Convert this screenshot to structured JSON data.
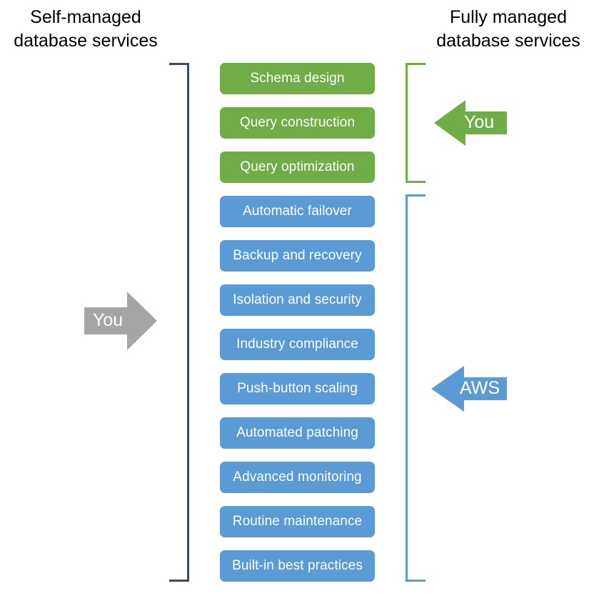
{
  "headings": {
    "left": "Self-managed\ndatabase services",
    "right": "Fully managed\ndatabase services"
  },
  "colors": {
    "green": "#70AD47",
    "blue": "#5B9BD5",
    "gray": "#A5A5A5",
    "navy": "#3B4A61",
    "text_on_box": "#FFFFFF",
    "heading_text": "#000000",
    "background": "#FFFFFF"
  },
  "groups": [
    {
      "id": "self-managed-tasks",
      "color_key": "green",
      "boxes": [
        {
          "label": "Schema design"
        },
        {
          "label": "Query construction"
        },
        {
          "label": "Query optimization"
        }
      ]
    },
    {
      "id": "managed-tasks",
      "color_key": "blue",
      "boxes": [
        {
          "label": "Automatic failover"
        },
        {
          "label": "Backup and recovery"
        },
        {
          "label": "Isolation and security"
        },
        {
          "label": "Industry compliance"
        },
        {
          "label": "Push-button scaling"
        },
        {
          "label": "Automated patching"
        },
        {
          "label": "Advanced monitoring"
        },
        {
          "label": "Routine maintenance"
        },
        {
          "label": "Built-in best practices"
        }
      ]
    }
  ],
  "arrows": [
    {
      "id": "you-left",
      "label": "You",
      "direction": "right",
      "color_key": "gray",
      "icon": "arrow-right-icon"
    },
    {
      "id": "you-right",
      "label": "You",
      "direction": "left",
      "color_key": "green",
      "icon": "arrow-left-icon"
    },
    {
      "id": "aws",
      "label": "AWS",
      "direction": "left",
      "color_key": "blue",
      "icon": "arrow-left-icon"
    }
  ],
  "brackets": [
    {
      "id": "left",
      "orientation": "close",
      "color_key": "navy"
    },
    {
      "id": "green",
      "orientation": "open",
      "color_key": "green"
    },
    {
      "id": "blue",
      "orientation": "open",
      "color_key": "blue"
    }
  ]
}
